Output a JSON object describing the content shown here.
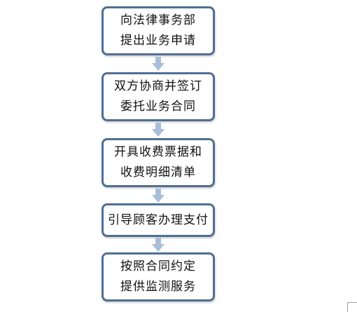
{
  "flowchart": {
    "steps": [
      {
        "lines": [
          "向法律事务部",
          "提出业务申请"
        ]
      },
      {
        "lines": [
          "双方协商并签订",
          "委托业务合同"
        ]
      },
      {
        "lines": [
          "开具收费票据和",
          "收费明细清单"
        ]
      },
      {
        "lines": [
          "引导顾客办理支付"
        ]
      },
      {
        "lines": [
          "按照合同约定",
          "提供监测服务"
        ]
      }
    ]
  },
  "colors": {
    "box_border": "#4f6f94",
    "arrow_fill": "#a9bedb"
  }
}
